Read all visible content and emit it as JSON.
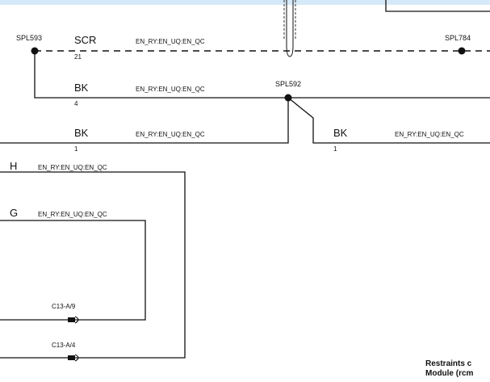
{
  "colors": {
    "background": "#ffffff",
    "top_band": "#d6e9f8",
    "wire": "#111111"
  },
  "splices": {
    "spl593": "SPL593",
    "spl592": "SPL592",
    "spl784": "SPL784"
  },
  "wires": [
    {
      "color": "SCR",
      "circuit": "21",
      "code": "EN_RY:EN_UQ:EN_QC"
    },
    {
      "color": "BK",
      "circuit": "4",
      "code": "EN_RY:EN_UQ:EN_QC"
    },
    {
      "color": "BK",
      "circuit": "1",
      "code": "EN_RY:EN_UQ:EN_QC"
    },
    {
      "color": "BK",
      "circuit": "1",
      "code": "EN_RY:EN_UQ:EN_QC"
    }
  ],
  "left_wires": [
    {
      "pin": "H",
      "code": "EN_RY:EN_UQ:EN_QC"
    },
    {
      "pin": "G",
      "code": "EN_RY:EN_UQ:EN_QC"
    }
  ],
  "connectors": [
    "C13-A/9",
    "C13-A/4"
  ],
  "module": {
    "line1": "Restraints c",
    "line2": "Module (rcm"
  }
}
